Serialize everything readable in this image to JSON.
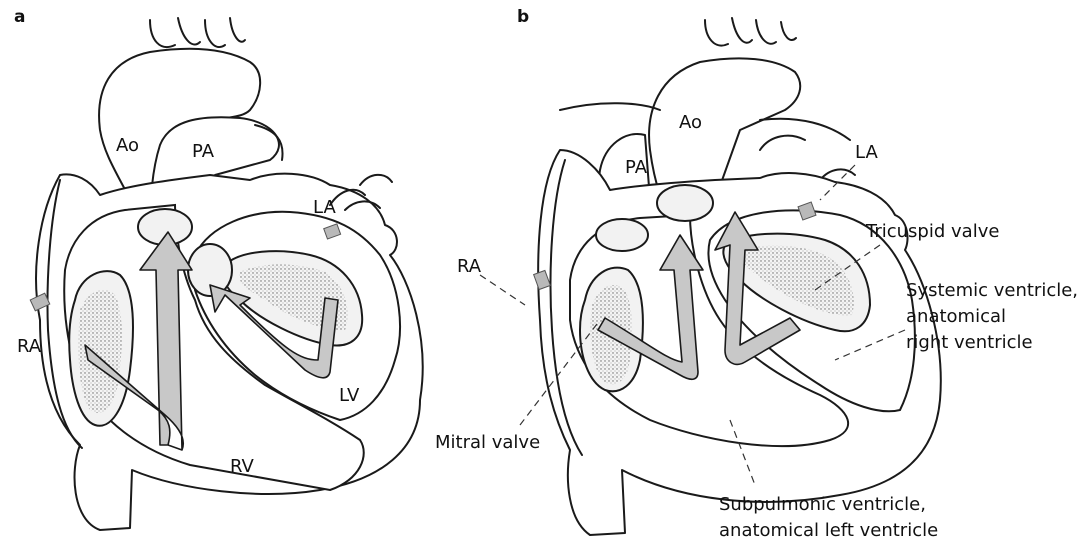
{
  "panels": {
    "a": {
      "panel_label": "a",
      "labels": {
        "ao": "Ao",
        "pa": "PA",
        "la": "LA",
        "ra": "RA",
        "lv": "LV",
        "rv": "RV"
      }
    },
    "b": {
      "panel_label": "b",
      "labels": {
        "ao": "Ao",
        "pa": "PA",
        "la": "LA",
        "ra": "RA",
        "tricuspid": "Tricuspid valve",
        "systemic_1": "Systemic ventricle,",
        "systemic_2": "anatomical",
        "systemic_3": "right ventricle",
        "mitral": "Mitral valve",
        "subpulmonic_1": "Subpulmonic ventricle,",
        "subpulmonic_2": "anatomical left ventricle"
      }
    }
  },
  "colors": {
    "outline": "#1a1a1a",
    "arrow_fill": "#c8c8c8",
    "background": "#ffffff"
  }
}
